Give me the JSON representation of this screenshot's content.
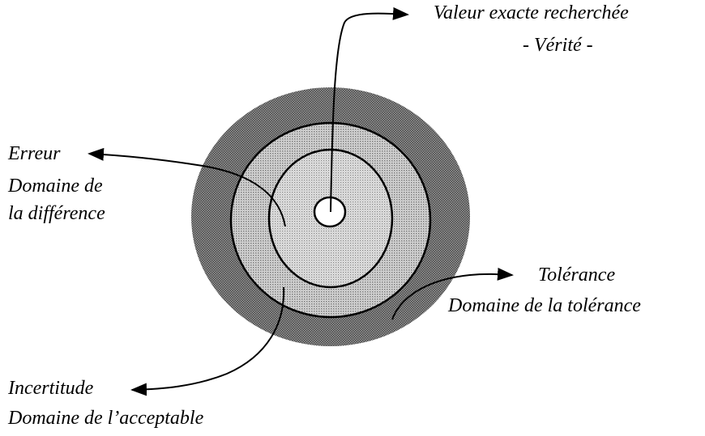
{
  "labels": {
    "truth": {
      "line1": "Valeur exacte recherchée",
      "line2": "- Vérité -"
    },
    "error": {
      "line1": "Erreur",
      "line2": "Domaine de",
      "line3": "la différence"
    },
    "tolerance": {
      "line1": "Tolérance",
      "line2": "Domaine de la tolérance"
    },
    "uncertainty": {
      "line1": "Incertitude",
      "line2": "Domaine de l’acceptable"
    }
  },
  "colors": {
    "outer_ring": "#6e6e6e",
    "middle_ring": "#b4b4b4",
    "inner_disk": "#c8c8c8",
    "center": "#ffffff",
    "ink": "#000000"
  }
}
